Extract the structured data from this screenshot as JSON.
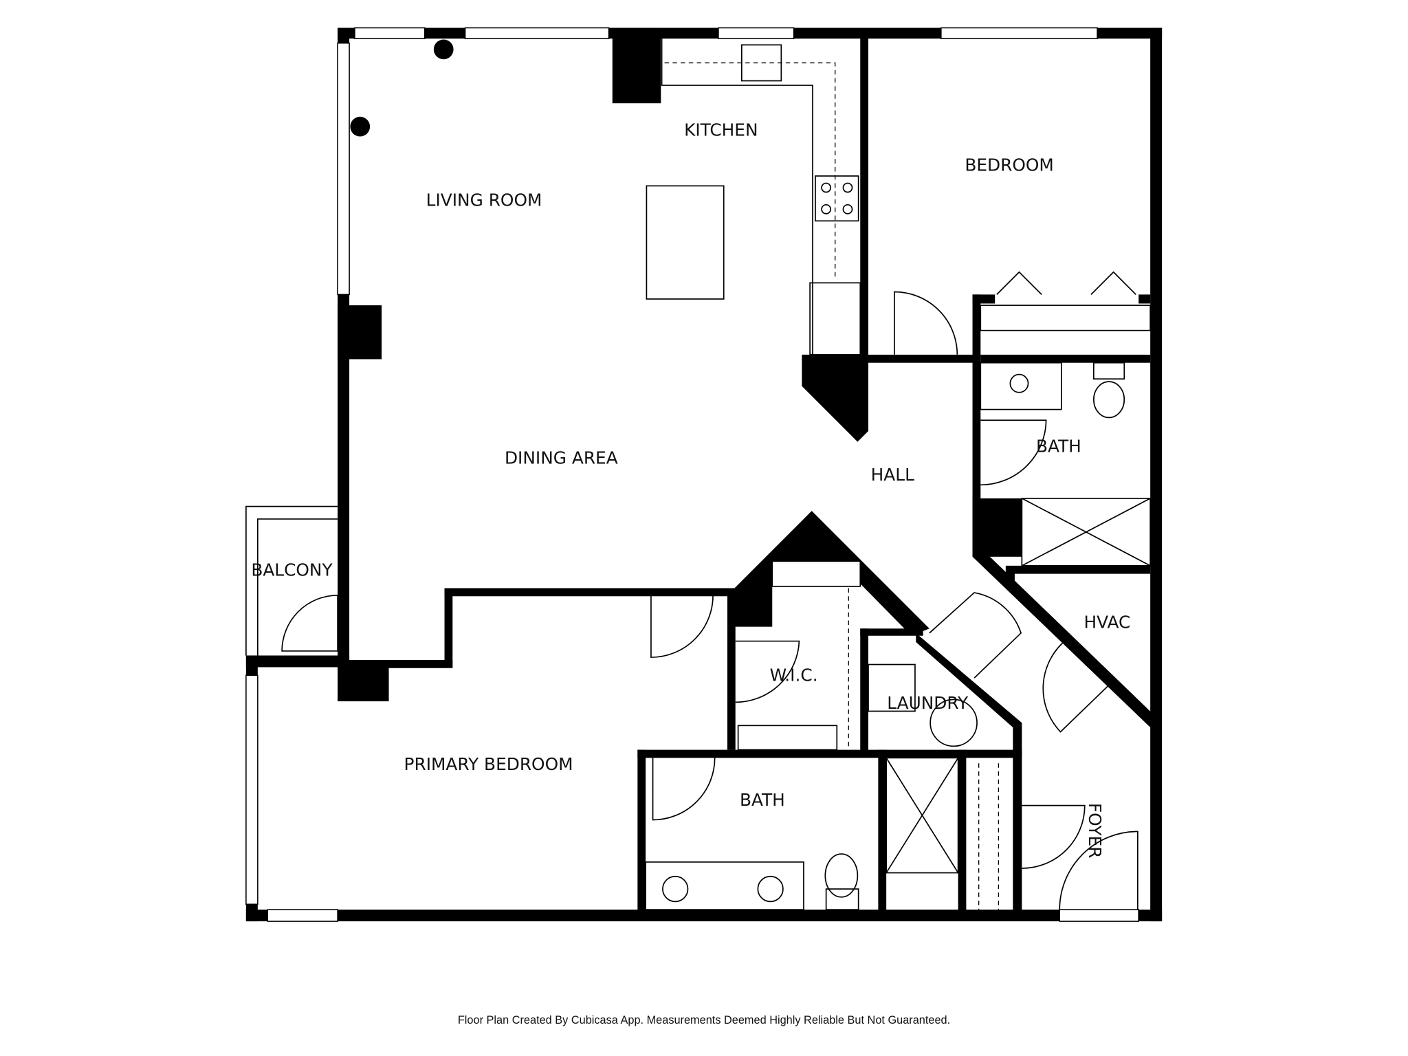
{
  "floor_plan": {
    "rooms": {
      "living_room": "LIVING ROOM",
      "kitchen": "KITCHEN",
      "bedroom": "BEDROOM",
      "dining_area": "DINING AREA",
      "hall": "HALL",
      "bath_upper": "BATH",
      "balcony": "BALCONY",
      "hvac": "HVAC",
      "wic": "W.I.C.",
      "laundry": "LAUNDRY",
      "primary_bedroom": "PRIMARY BEDROOM",
      "bath_primary": "BATH",
      "foyer": "FOYER"
    },
    "colors": {
      "wall": "#000000",
      "background": "#ffffff"
    }
  },
  "footer": {
    "disclaimer": "Floor Plan Created By Cubicasa App. Measurements Deemed Highly Reliable But Not Guaranteed."
  }
}
